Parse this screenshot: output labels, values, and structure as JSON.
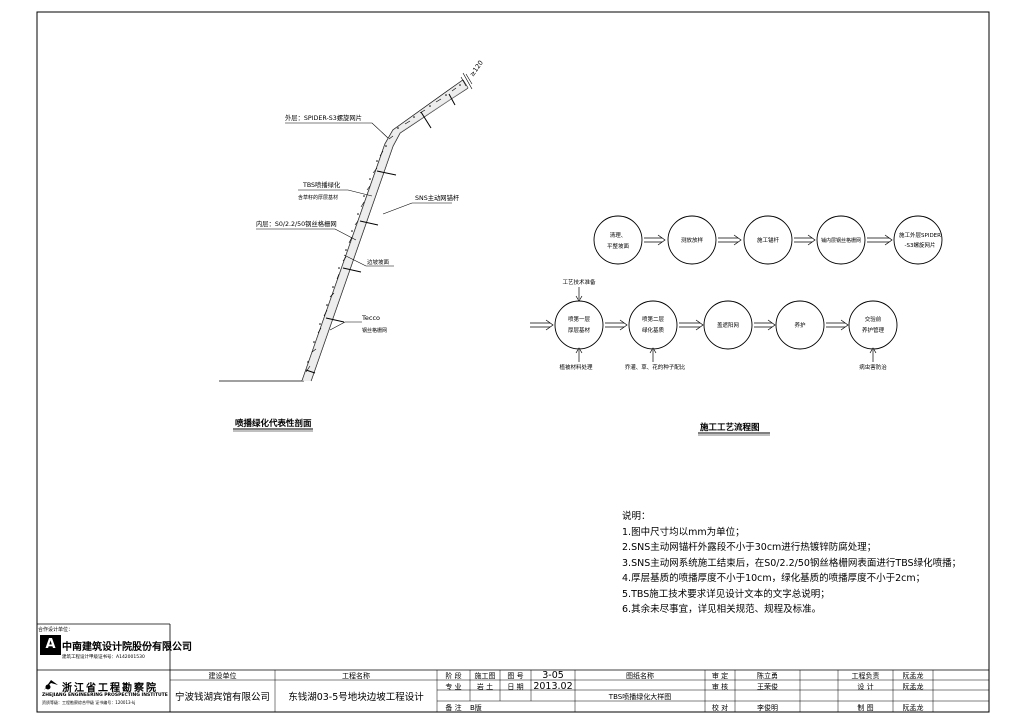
{
  "drawing": {
    "section_title": "喷播绿化代表性剖面",
    "flow_title": "施工工艺流程图",
    "slope_dimension": "≥120",
    "slope_labels": {
      "outer_layer": "外层：SPIDER-S3螺旋网片",
      "tbs_line1": "TBS喷播绿化",
      "tbs_line2": "含草籽的厚层基材",
      "sns_anchor": "SNS主动网锚杆",
      "inner_layer": "内层：S0/2.2/50钢丝格栅网",
      "slope_face": "边坡坡面",
      "tecco_line1": "Tecco",
      "tecco_line2": "钢丝格栅网"
    },
    "flow_row1": [
      {
        "line1": "清理、",
        "line2": "平整坡面"
      },
      {
        "line1": "测放放样",
        "line2": ""
      },
      {
        "line1": "施工锚杆",
        "line2": ""
      },
      {
        "line1": "铺内层钢丝格栅网",
        "line2": ""
      },
      {
        "line1": "施工外层SPIDER",
        "line2": "-S3螺旋网片"
      }
    ],
    "flow_row2": [
      {
        "line1": "喷第一层",
        "line2": "厚层基材"
      },
      {
        "line1": "喷第二层",
        "line2": "绿化基质"
      },
      {
        "line1": "盖遮阳网",
        "line2": ""
      },
      {
        "line1": "养护",
        "line2": ""
      },
      {
        "line1": "交验前",
        "line2": "养护管理"
      }
    ],
    "flow_annotations": {
      "above_first": "工艺技术准备",
      "below_first": "植被材料处理",
      "below_second": "乔灌、草、花的种子配比",
      "below_fifth": "病虫害防治"
    }
  },
  "notes": {
    "heading": "说明：",
    "items": [
      "1.图中尺寸均以mm为单位；",
      "2.SNS主动网锚杆外露段不小于30cm进行热镀锌防腐处理；",
      "3.SNS主动网系统施工结束后，在S0/2.2/50钢丝格栅网表面进行TBS绿化喷播；",
      "4.厚层基质的喷播厚度不小于10cm，绿化基质的喷播厚度不小于2cm；",
      "5.TBS施工技术要求详见设计文本的文字总说明；",
      "6.其余未尽事宜，详见相关规范、规程及标准。"
    ]
  },
  "company": {
    "header_small": "合作设计单位：",
    "name": "中南建筑设计院股份有限公司",
    "sub": "建筑工程设计甲级证书号：A142001530",
    "logo_glyph": "A"
  },
  "institute": {
    "name": "浙江省工程勘察院",
    "name_en": "ZHEJIANG ENGINEERING PROSPECTING INSTITUTE",
    "cert": "资质等级：工程勘察综合甲级  证书编号：120013-kj"
  },
  "title_block": {
    "client_label": "建设单位",
    "client_value": "宁波钱湖宾馆有限公司",
    "project_label": "工程名称",
    "project_value": "东钱湖03-5号地块边坡工程设计",
    "stage_label": "阶 段",
    "stage_value": "施工图",
    "drawing_no_label": "图 号",
    "drawing_no_value": "3-05",
    "discipline_label": "专 业",
    "discipline_value": "岩 土",
    "date_label": "日 期",
    "date_value": "2013.02",
    "remark_label": "备 注",
    "remark_value": "B版",
    "drawing_name_label": "图纸名称",
    "drawing_name_value": "TBS喷播绿化大样图",
    "approve_label": "审 定",
    "approve_value": "陈立勇",
    "review_label": "审 核",
    "review_value": "王荣俊",
    "check_label": "校 对",
    "check_value": "李俊明",
    "lead_label": "工程负责",
    "lead_value": "阮孟龙",
    "design_label": "设 计",
    "design_value": "阮孟龙",
    "draw_label": "制 图",
    "draw_value": "阮孟龙"
  }
}
